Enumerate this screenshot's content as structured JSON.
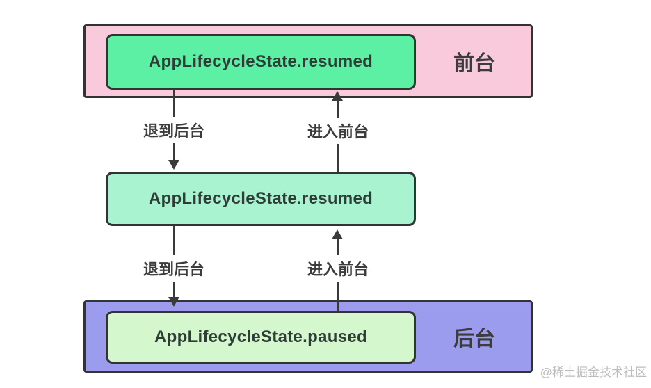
{
  "diagram": {
    "foreground_section": {
      "label": "前台",
      "state_box": "AppLifecycleState.resumed"
    },
    "middle_state_box": "AppLifecycleState.resumed",
    "background_section": {
      "label": "后台",
      "state_box": "AppLifecycleState.paused"
    },
    "transitions": {
      "to_background": "退到后台",
      "to_foreground": "进入前台"
    }
  },
  "watermark": "@稀土掘金技术社区",
  "colors": {
    "foreground-container": "#f9c9dc",
    "foreground-state-box": "#5cf0a4",
    "middle-state-box": "#a9f3d0",
    "background-container": "#9c9cee",
    "background-state-box": "#d4f7cd",
    "border": "#333333",
    "arrow": "#3a3a3a",
    "state-text": "#2e3e37",
    "label-text": "#3c3c3c",
    "watermark-text": "#bdbdbd"
  }
}
